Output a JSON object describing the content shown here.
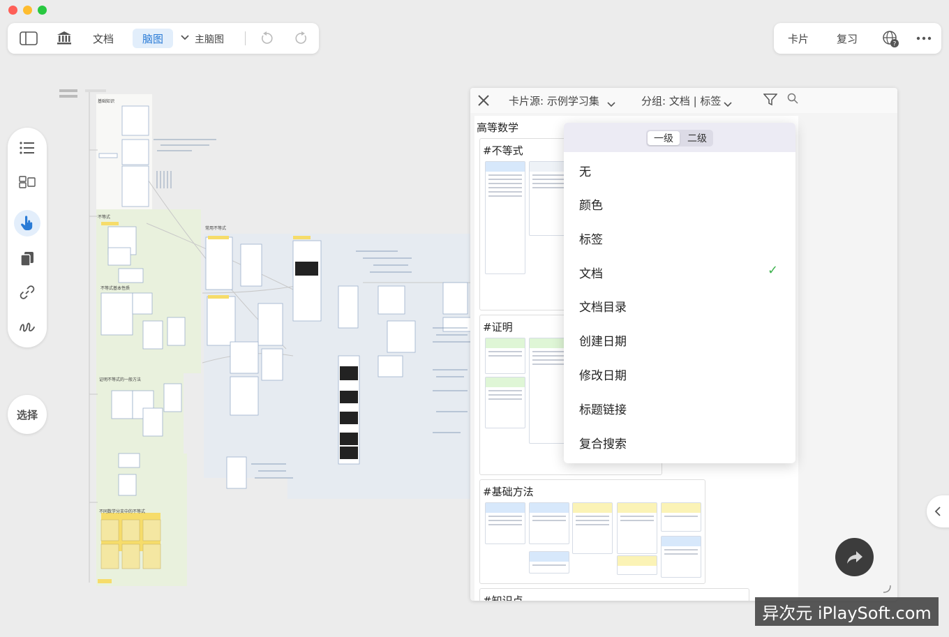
{
  "window": {
    "traffic_colors": [
      "#fe5f57",
      "#febc2e",
      "#28c840"
    ]
  },
  "toolbar": {
    "doc_label": "文档",
    "mindmap_label": "脑图",
    "map_select_label": "主脑图",
    "card_label": "卡片",
    "review_label": "复习"
  },
  "sidebar": {
    "select_label": "选择"
  },
  "panel": {
    "source_label": "卡片源: 示例学习集",
    "group_label": "分组: 文档 | 标签",
    "group_title": "高等数学",
    "sections": [
      {
        "title": "#不等式"
      },
      {
        "title": "#证明"
      },
      {
        "title": "#基础方法"
      },
      {
        "title": "#知识点"
      }
    ]
  },
  "dropdown": {
    "level_tabs": [
      "一级",
      "二级"
    ],
    "active_level": "一级",
    "items": [
      {
        "label": "无",
        "checked": false
      },
      {
        "label": "颜色",
        "checked": false
      },
      {
        "label": "标签",
        "checked": false
      },
      {
        "label": "文档",
        "checked": true
      },
      {
        "label": "文档目录",
        "checked": false
      },
      {
        "label": "创建日期",
        "checked": false
      },
      {
        "label": "修改日期",
        "checked": false
      },
      {
        "label": "标题链接",
        "checked": false
      },
      {
        "label": "复合搜索",
        "checked": false
      }
    ],
    "check_mark": "✓"
  },
  "canvas": {
    "nodes": [
      "基础知识",
      "不等式",
      "常用不等式",
      "不等式基本性质",
      "证明不等式的一般方法",
      "不同数学分支中的不等式"
    ]
  },
  "watermark": {
    "text": "异次元 iPlaySoft.com"
  }
}
